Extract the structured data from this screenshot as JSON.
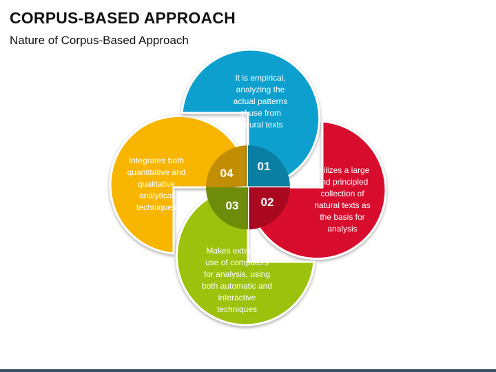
{
  "title": "CORPUS-BASED APPROACH",
  "subtitle": "Nature of Corpus-Based Approach",
  "petals": [
    {
      "number": "01",
      "color": "#0aa0cf",
      "hub_color": "#0b7fa3",
      "text_lines": [
        "It is empirical,",
        "analyzing the",
        "actual patterns",
        "of use from",
        "natural texts"
      ]
    },
    {
      "number": "02",
      "color": "#d80a2f",
      "hub_color": "#a9081f",
      "text_lines": [
        "Utilizes a large",
        "and principled",
        "collection of",
        "natural texts as",
        "the basis for",
        "analysis"
      ]
    },
    {
      "number": "03",
      "color": "#9dc20e",
      "hub_color": "#6d8c0a",
      "text_lines": [
        "Makes extensive",
        "use of computers",
        "for analysis, using",
        "both automatic and",
        "interactive",
        "techniques"
      ]
    },
    {
      "number": "04",
      "color": "#f7b500",
      "hub_color": "#c28e05",
      "text_lines": [
        "Integrates both",
        "quantitative and",
        "qualitative",
        "analytical",
        "techniques"
      ]
    }
  ]
}
